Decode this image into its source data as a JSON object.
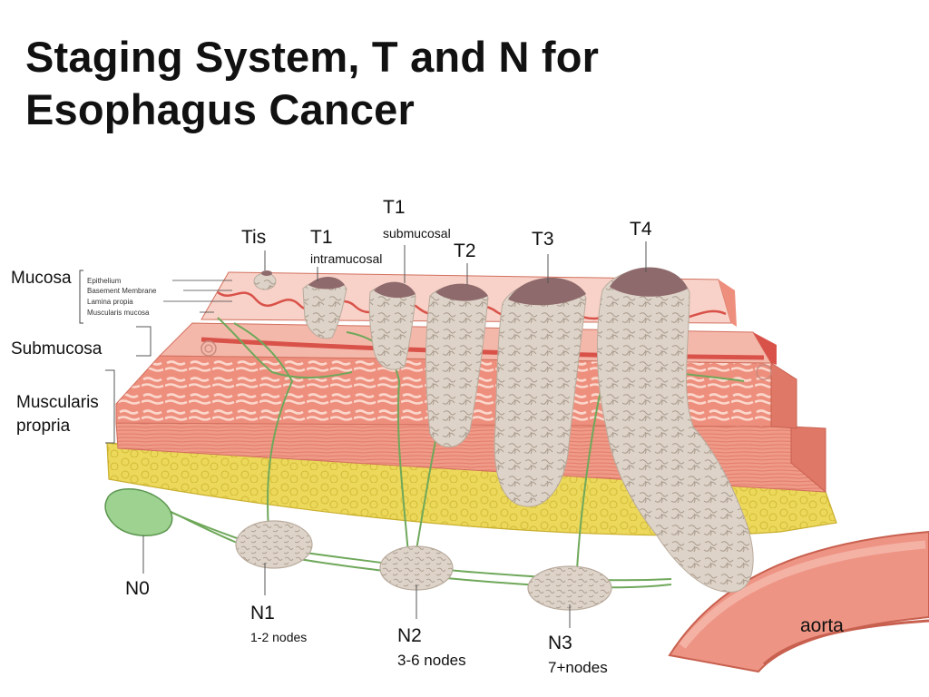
{
  "slide": {
    "title_line1": "Staging System, T and N for",
    "title_line2": "Esophagus Cancer"
  },
  "layers": {
    "mucosa": "Mucosa",
    "submucosa": "Submucosa",
    "muscularis_line1": "Muscularis",
    "muscularis_line2": "propria",
    "sublayers": [
      "Epithelium",
      "Basement Membrane",
      "Lamina propia",
      "Muscularis mucosa"
    ]
  },
  "t_stages": {
    "tis": "Tis",
    "t1_intramucosal": {
      "label": "T1",
      "sub": "intramucosal"
    },
    "t1_submucosal": {
      "label": "T1",
      "sub": "submucosal"
    },
    "t2": "T2",
    "t3": "T3",
    "t4": "T4"
  },
  "n_stages": {
    "n0": "N0",
    "n1": {
      "label": "N1",
      "sub": "1-2 nodes"
    },
    "n2": {
      "label": "N2",
      "sub": "3-6 nodes"
    },
    "n3": {
      "label": "N3",
      "sub": "7+nodes"
    }
  },
  "structures": {
    "aorta": "aorta"
  },
  "colors": {
    "mucosa": "#f4b8aa",
    "mucosa_light": "#f8d2c8",
    "submucosa_band": "#d9524a",
    "muscle": "#ee8f7e",
    "muscle_dark": "#e07868",
    "muscle_pattern": "#fbd7cc",
    "fat": "#ecd85a",
    "tumor": "#ddd3c8",
    "tumor_outline": "#b9ab9d",
    "tumor_cap": "#8f6a6c",
    "vessel": "#6fa85a",
    "node": "#ddd3c8",
    "node_n0": "#9ed290",
    "aorta": "#ee9484"
  }
}
